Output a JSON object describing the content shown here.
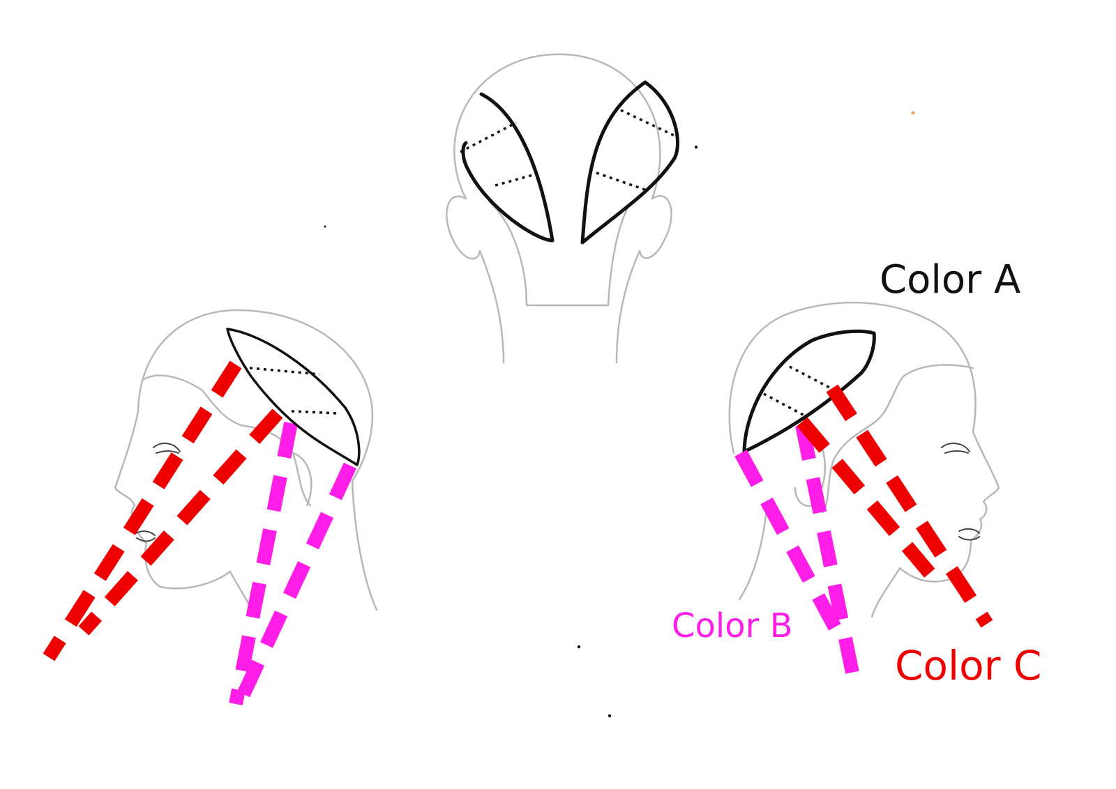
{
  "labels": {
    "color_a": "Color A",
    "color_b": "Color B",
    "color_c": "Color C"
  },
  "colors": {
    "color_a": "#111111",
    "color_b": "#ff1ee8",
    "color_c": "#ee0000",
    "head_outline": "#b8b8b8"
  }
}
